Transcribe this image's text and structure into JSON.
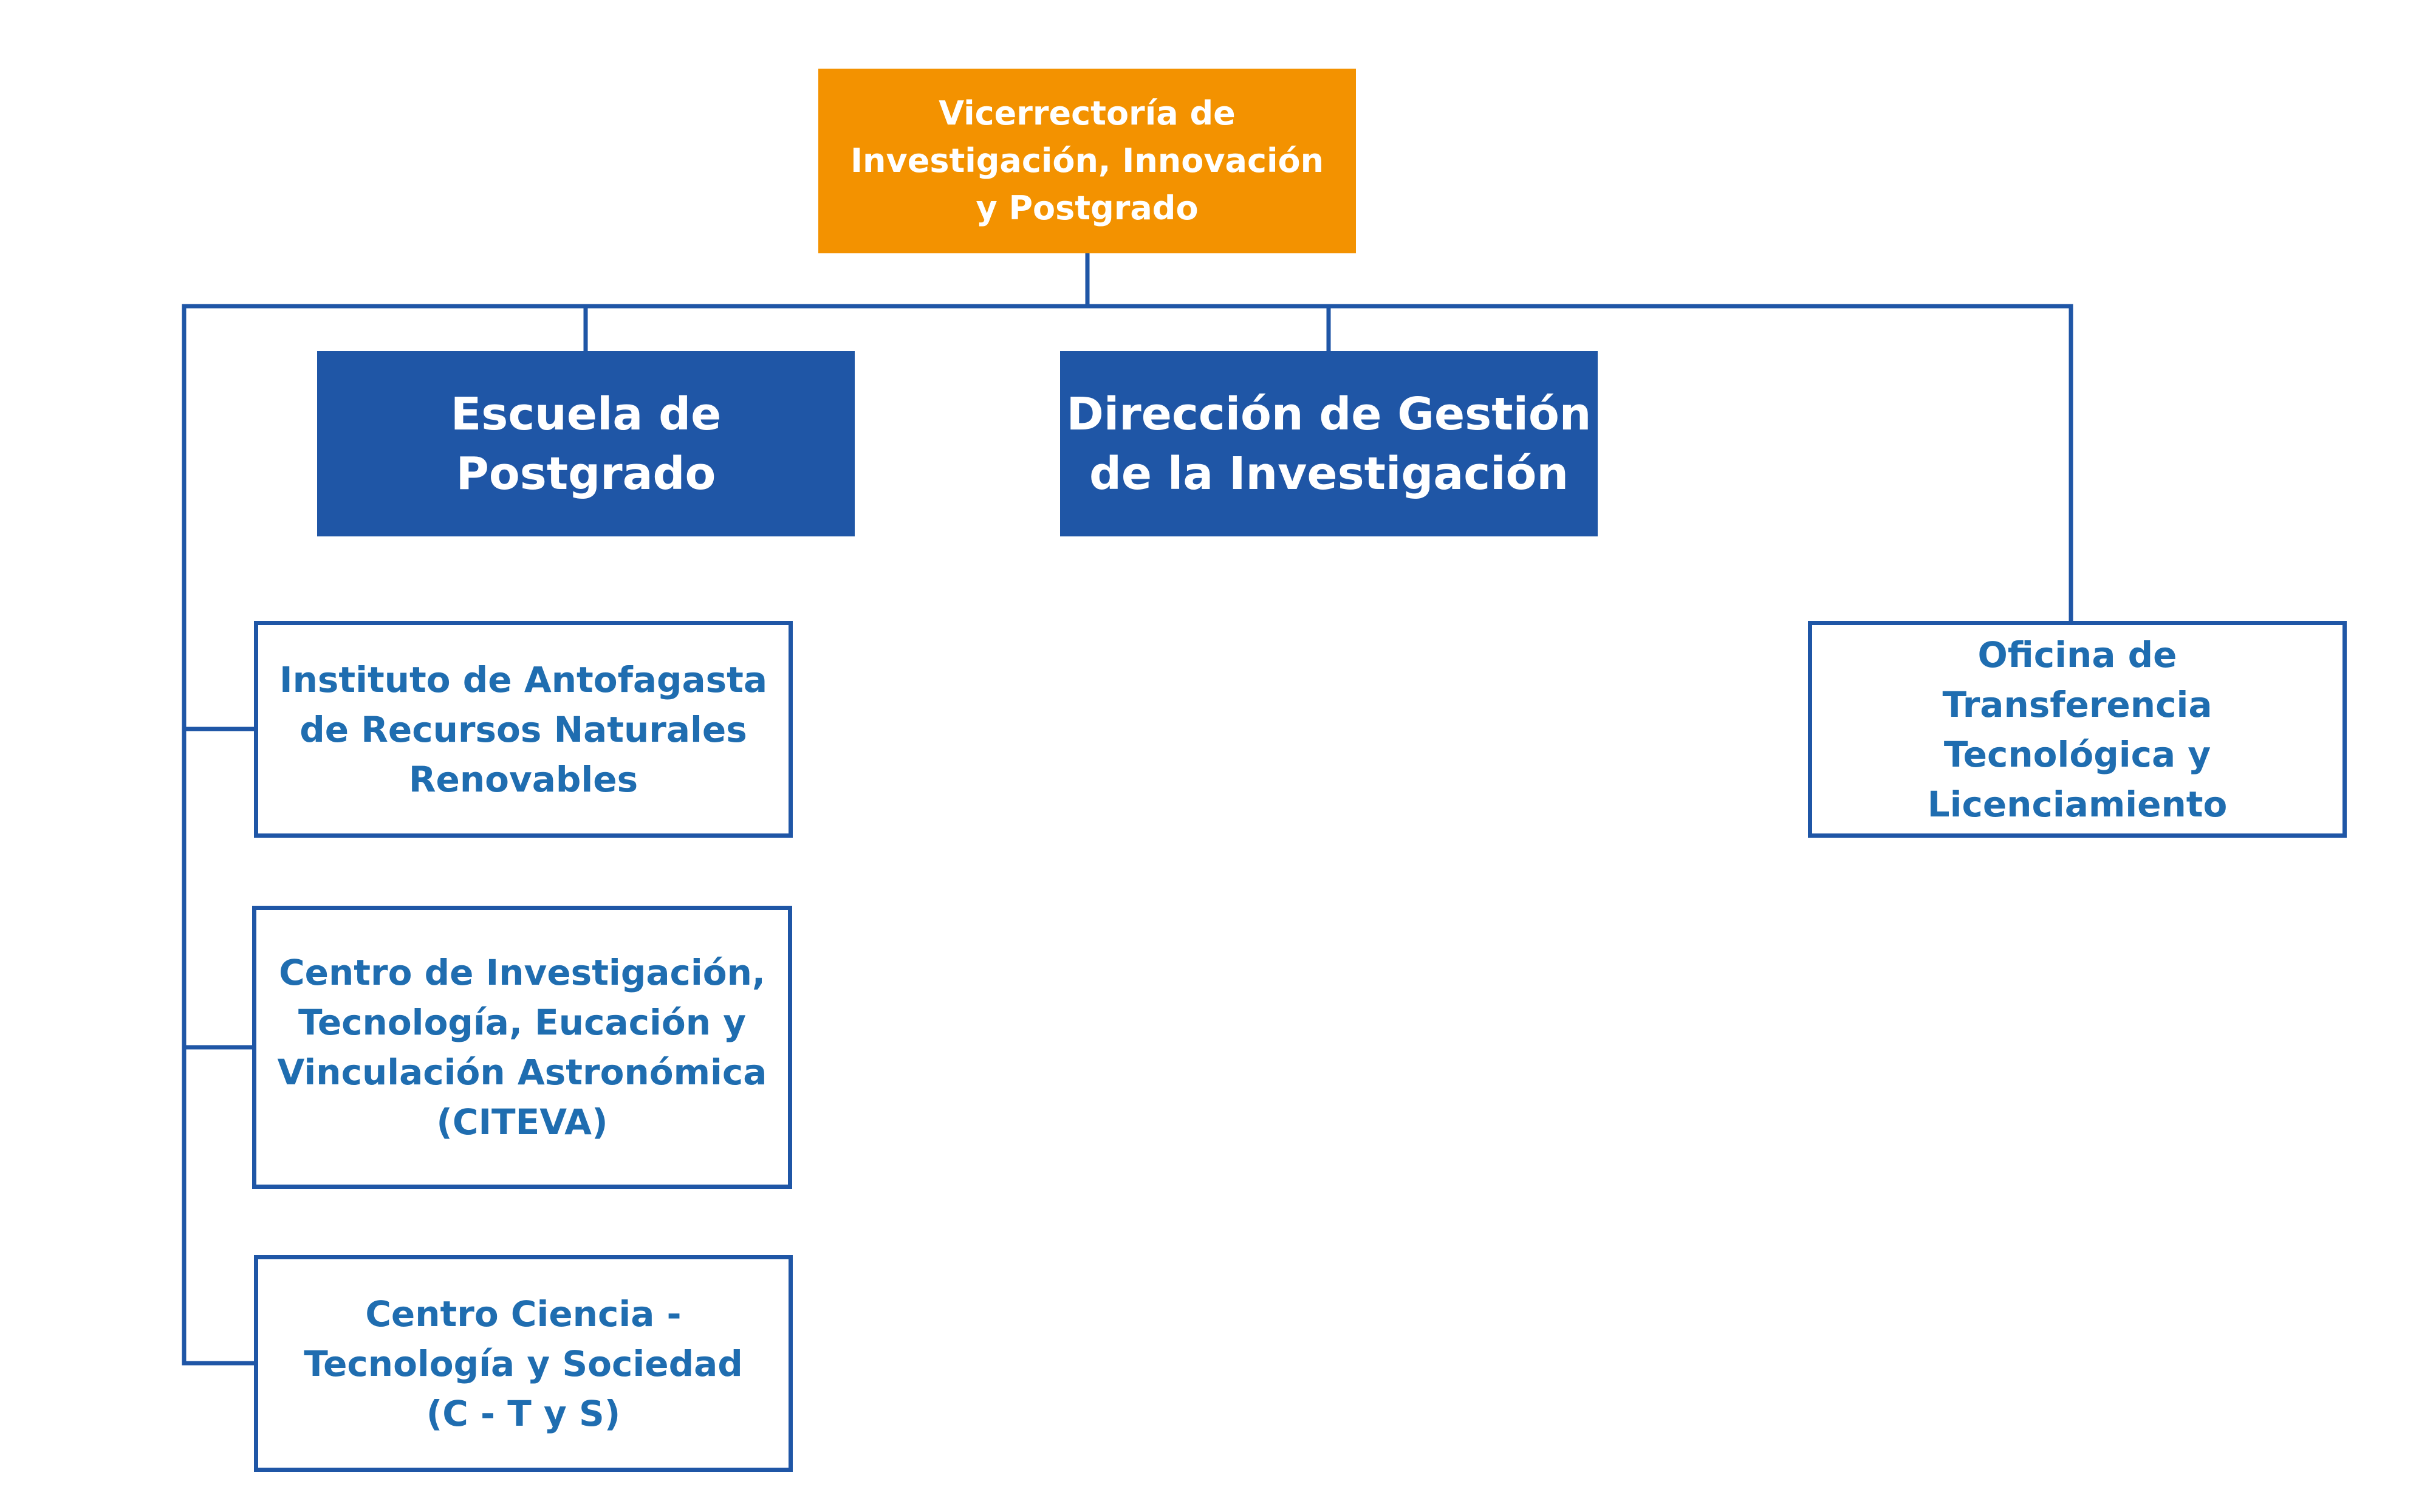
{
  "chart": {
    "root": {
      "label": "Vicerrectoría de\nInvestigación, Innovación\ny Postgrado",
      "color": "#f39200"
    },
    "primary_units": [
      {
        "id": "escuela",
        "label": "Escuela de\nPostgrado",
        "color": "#1f56a6"
      },
      {
        "id": "direccion",
        "label": "Dirección de Gestión\nde la Investigación",
        "color": "#1f56a6"
      }
    ],
    "secondary_units": [
      {
        "id": "iarnr",
        "label": "Instituto de Antofagasta\nde Recursos Naturales\nRenovables"
      },
      {
        "id": "citeva",
        "label": "Centro de Investigación,\nTecnología, Eucación y\nVinculación Astronómica\n(CITEVA)"
      },
      {
        "id": "ctys",
        "label": "Centro Ciencia -\nTecnología y Sociedad\n(C - T y S)"
      },
      {
        "id": "oficina",
        "label": "Oficina de\nTransferencia\nTecnológica y Licenciamiento"
      }
    ],
    "colors": {
      "connector": "#1f56a6",
      "unit_text": "#1f6db0",
      "unit_border": "#1f56a6"
    }
  }
}
